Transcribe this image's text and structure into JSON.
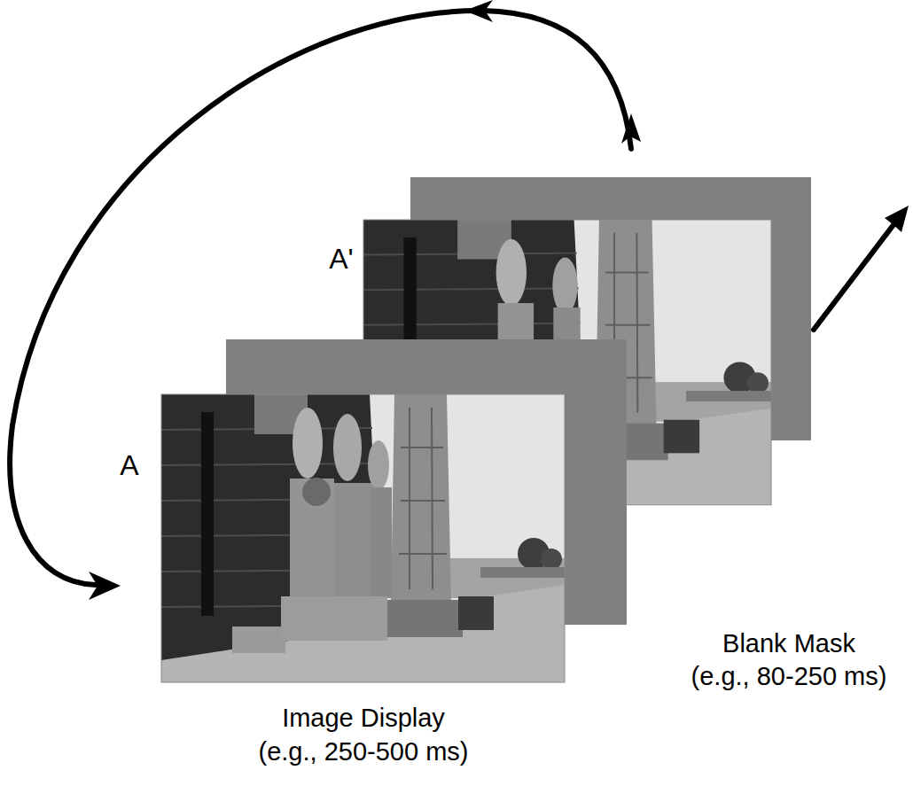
{
  "diagram": {
    "labels": [
      "A",
      "A'",
      "Blank Mask",
      "(e.g., 80-250 ms)",
      "Image Display",
      "(e.g., 250-500 ms)"
    ]
  }
}
